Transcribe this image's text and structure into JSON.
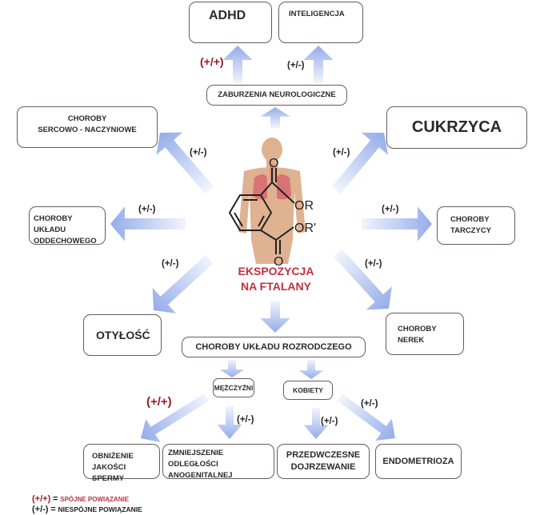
{
  "center": {
    "line1": "EKSPOZYCJA",
    "line2": "NA FTALANY",
    "molecule": {
      "substituent1": "OR",
      "substituent2": "OR'",
      "oxygen": "O"
    },
    "color": "#c0303d"
  },
  "nodes": {
    "adhd": "ADHD",
    "inteligencja": "INTELIGENCJA",
    "zaburzenia": "ZABURZENIA NEUROLOGICZNE",
    "sercowo": [
      "CHOROBY",
      "SERCOWO - NACZYNIOWE"
    ],
    "cukrzyca": "CUKRZYCA",
    "oddechowe": [
      "CHOROBY UKŁADU",
      "ODDECHOWEGO"
    ],
    "tarczyca": [
      "CHOROBY",
      "TARCZYCY"
    ],
    "otylosc": "OTYŁOŚĆ",
    "nerki": [
      "CHOROBY",
      "NEREK"
    ],
    "rozrodczy": "CHOROBY UKŁADU ROZRODCZEGO",
    "mezczyzni": "MĘŻCZYŹNI",
    "kobiety": "KOBIETY",
    "sperma": [
      "OBNIŻENIE",
      "JAKOŚCI SPERMY"
    ],
    "anogenital": [
      "ZMNIEJSZENIE ODLEGŁOŚCI",
      "ANOGENITALNEJ"
    ],
    "dojrzewanie": [
      "PRZEDWCZESNE",
      "DOJRZEWANIE"
    ],
    "endometrioza": "ENDOMETRIOZA"
  },
  "edge_labels": {
    "adhd": "(+/+)",
    "inteligencja": "(+/-)",
    "sercowo": "(+/-)",
    "cukrzyca": "(+/-)",
    "oddechowe": "(+/-)",
    "tarczyca": "(+/-)",
    "otylosc": "(+/-)",
    "nerki": "(+/-)",
    "sperma": "(+/+)",
    "anogenital": "(+/-)",
    "dojrzewanie": "(+/-)",
    "endometrioza": "(+/-)"
  },
  "legend": [
    {
      "key": "(+/+)",
      "equals": "=",
      "text": "SPÓJNE POWIĄZANIE",
      "color": "#9a1b24"
    },
    {
      "key": "(+/-)",
      "equals": "=",
      "text": "NIESPÓJNE POWIĄZANIE",
      "color": "#222222"
    }
  ],
  "colors": {
    "arrow": "#8ea8e8",
    "box_border": "#6b5a5a",
    "strong_link": "#9a1b24",
    "body": "#d9a57e",
    "lungs": "#d9676e"
  }
}
